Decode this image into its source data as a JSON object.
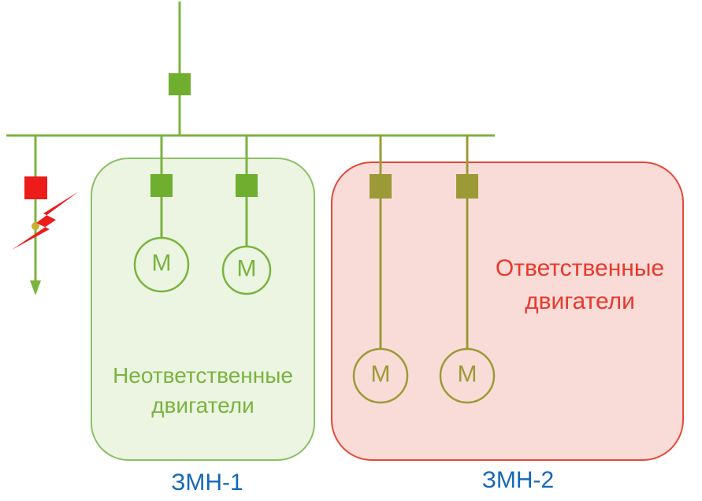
{
  "diagram": {
    "left_box": {
      "title_line1": "Неответственные",
      "title_line2": "двигатели",
      "caption": "ЗМН-1"
    },
    "right_box": {
      "title_line1": "Ответственные",
      "title_line2": "двигатели",
      "caption": "ЗМН-2"
    },
    "motor_label": "М",
    "colors": {
      "feeder_green": "#7ab33e",
      "breaker_green": "#6fae2f",
      "breaker_olive": "#9c9a37",
      "fault_red": "#ee1b1b",
      "left_box_fill": "#ecf5e2",
      "left_box_border": "#8cc163",
      "right_box_fill": "#f9dcd8",
      "right_box_border": "#e5493a",
      "left_text_green": "#7ab33e",
      "right_text_red": "#e8392b",
      "caption_blue": "#1668b5"
    }
  }
}
